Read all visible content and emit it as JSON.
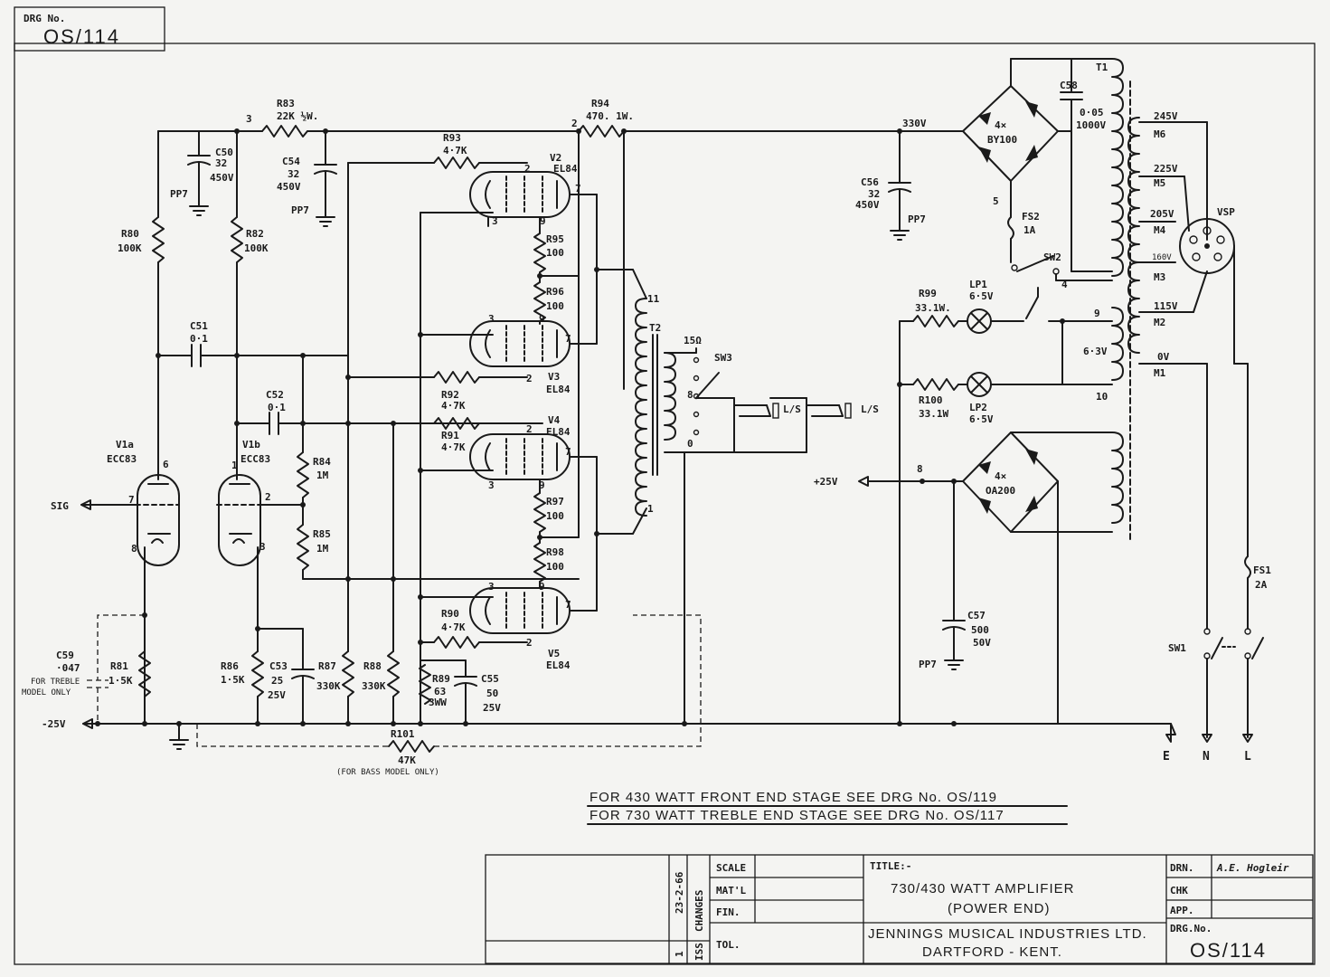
{
  "drawing_number": {
    "label": "DRG No.",
    "value": "OS/114"
  },
  "notes": [
    "FOR 430 WATT FRONT END STAGE SEE DRG No. OS/119",
    "FOR 730 WATT TREBLE END STAGE SEE DRG No. OS/117"
  ],
  "title_block": {
    "date": "23-2-66",
    "changes_label": "CHANGES",
    "iss_label": "ISS",
    "iss_value": "1",
    "scale_label": "SCALE",
    "matl_label": "MAT'L",
    "fin_label": "FIN.",
    "tol_label": "TOL.",
    "title_label": "TITLE:-",
    "title_line1": "730/430 WATT AMPLIFIER",
    "title_line2": "(POWER END)",
    "company_line1": "JENNINGS MUSICAL INDUSTRIES LTD.",
    "company_line2": "DARTFORD - KENT.",
    "drn_label": "DRN.",
    "drn_value": "A.E. Hogleir",
    "chk_label": "CHK",
    "app_label": "APP.",
    "drg_no_label": "DRG.No.",
    "drg_no_value": "OS/114"
  },
  "labels": {
    "r80": "R80",
    "r80v": "100K",
    "r82": "R82",
    "r82v": "100K",
    "r83": "R83",
    "r83v": "22K ½W.",
    "c50": "C50",
    "c50v1": "32",
    "c50v2": "450V",
    "c54": "C54",
    "c54v1": "32",
    "c54v2": "450V",
    "pp7": "PP7",
    "r93": "R93",
    "r93v": "4·7K",
    "r94": "R94",
    "r94v": "470. 1W.",
    "v2": "V2",
    "v2t": "EL84",
    "v3": "V3",
    "v3t": "EL84",
    "v4": "V4",
    "v4t": "EL84",
    "v5": "V5",
    "v5t": "EL84",
    "r95": "R95",
    "r95v": "100",
    "r96": "R96",
    "r96v": "100",
    "r97": "R97",
    "r97v": "100",
    "r98": "R98",
    "r98v": "100",
    "r92": "R92",
    "r92v": "4·7K",
    "r91": "R91",
    "r91v": "4·7K",
    "r90": "R90",
    "r90v": "4·7K",
    "c51": "C51",
    "c51v": "0·1",
    "c52": "C52",
    "c52v": "0·1",
    "r84": "R84",
    "r84v": "1M",
    "r85": "R85",
    "r85v": "1M",
    "v1a": "V1a",
    "v1at": "ECC83",
    "v1b": "V1b",
    "v1bt": "ECC83",
    "sig": "SIG",
    "c59": "C59",
    "c59v": "·047",
    "c59n1": "FOR TREBLE",
    "c59n2": "MODEL ONLY",
    "r81": "R81",
    "r81v": "1·5K",
    "r86": "R86",
    "r86v": "1·5K",
    "c53": "C53",
    "c53v1": "25",
    "c53v2": "25V",
    "r87": "R87",
    "r87v": "330K",
    "r88": "R88",
    "r88v": "330K",
    "r89": "R89",
    "r89v1": "63",
    "r89v2": "3WW",
    "c55": "C55",
    "c55v1": "50",
    "c55v2": "25V",
    "neg25": "-25V",
    "r101": "R101",
    "r101v": "47K",
    "r101n": "(FOR BASS MODEL ONLY)",
    "t2": "T2",
    "ohm15": "15Ω",
    "sw3": "SW3",
    "ls": "L/S",
    "c56": "C56",
    "c56v1": "32",
    "c56v2": "450V",
    "v330": "330V",
    "bridge1a": "4×",
    "bridge1b": "BY100",
    "c58": "C58",
    "c58v1": "0·05",
    "c58v2": "1000V",
    "fs2": "FS2",
    "fs2v": "1A",
    "sw2": "SW2",
    "r99": "R99",
    "r99v": "33.1W.",
    "lp1": "LP1",
    "lp1v": "6·5V",
    "r100": "R100",
    "r100v": "33.1W",
    "lp2": "LP2",
    "lp2v": "6·5V",
    "v63": "6·3V",
    "p25": "+25V",
    "bridge2a": "4×",
    "bridge2b": "OA200",
    "c57": "C57",
    "c57v1": "500",
    "c57v2": "50V",
    "t1": "T1",
    "tap245": "245V",
    "tap225": "225V",
    "tap205": "205V",
    "tap160": "160V",
    "tap115": "115V",
    "tap0": "0V",
    "m6": "M6",
    "m5": "M5",
    "m4": "M4",
    "m3": "M3",
    "m2": "M2",
    "m1": "M1",
    "vsp": "VSP",
    "fs1": "FS1",
    "fs1v": "2A",
    "sw1": "SW1",
    "e": "E",
    "n": "N",
    "l": "L",
    "n2": "2",
    "n3": "3",
    "n4": "4",
    "n5": "5",
    "n6": "6",
    "n7": "7",
    "n8": "8",
    "n9": "9",
    "n10": "10",
    "n11": "11",
    "n1": "1",
    "n0": "0"
  }
}
